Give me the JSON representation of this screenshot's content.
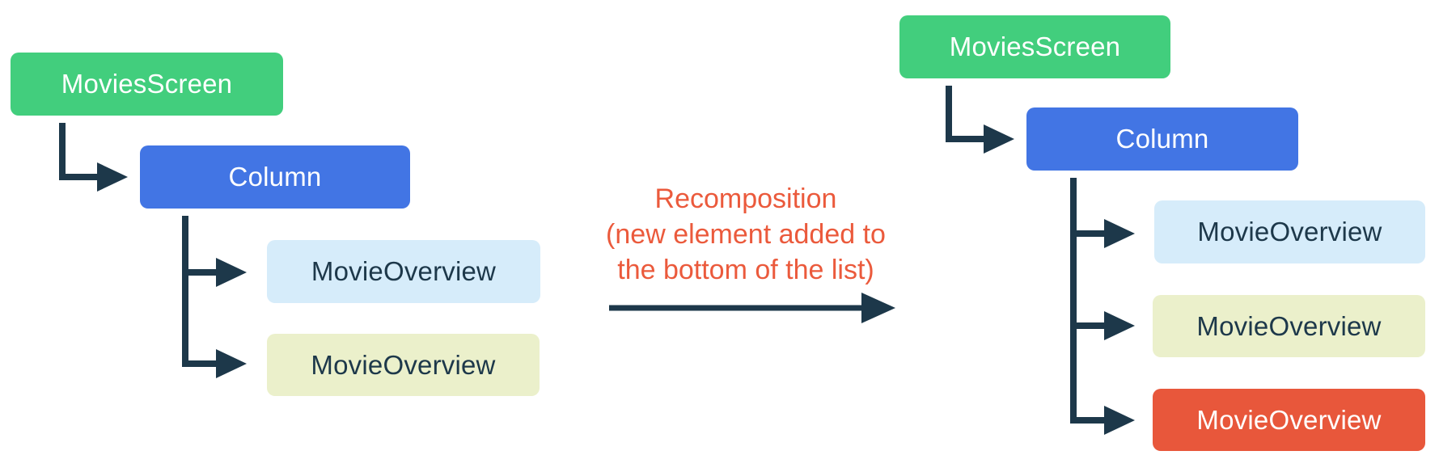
{
  "colors": {
    "parent_green": "#42CE7D",
    "column_blue": "#4275E4",
    "child_blue": "#D6ECFA",
    "child_yellow": "#EBF0CB",
    "child_orange": "#E8573B",
    "connector_navy": "#1D384A",
    "dark_text": "#1D384A",
    "light_text": "#FFFFFF",
    "annotation_orange": "#EB5A3C",
    "background": "#FFFFFF"
  },
  "left_tree": {
    "root": "MoviesScreen",
    "container": "Column",
    "children": [
      {
        "label": "MovieOverview",
        "color": "child_blue"
      },
      {
        "label": "MovieOverview",
        "color": "child_yellow"
      }
    ]
  },
  "right_tree": {
    "root": "MoviesScreen",
    "container": "Column",
    "children": [
      {
        "label": "MovieOverview",
        "color": "child_blue"
      },
      {
        "label": "MovieOverview",
        "color": "child_yellow"
      },
      {
        "label": "MovieOverview",
        "color": "child_orange",
        "highlight": "new element"
      }
    ]
  },
  "annotation": {
    "line1": "Recomposition",
    "line2": "(new element added to",
    "line3": "the bottom of the list)"
  }
}
